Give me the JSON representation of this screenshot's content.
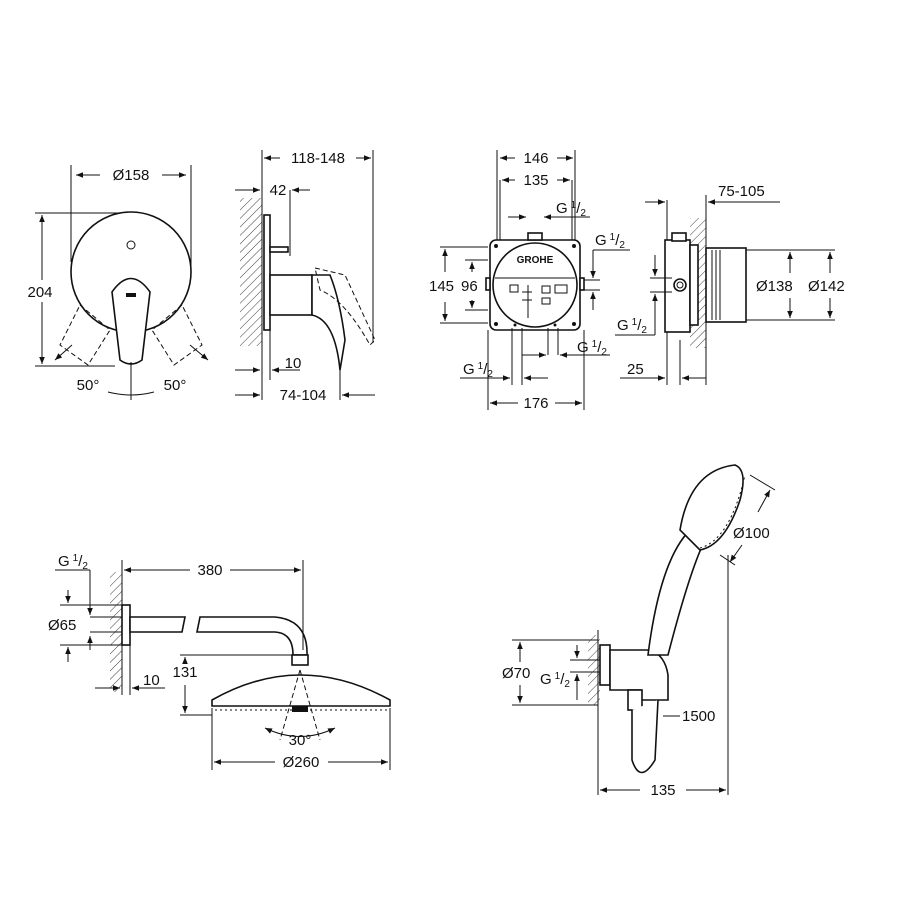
{
  "thread": {
    "prefix": "G",
    "numerator": "1",
    "denominator": "2"
  },
  "brand_logo": "GROHE",
  "mixer_front": {
    "diameter": "Ø158",
    "height": "204",
    "angle_left": "50°",
    "angle_right": "50°"
  },
  "mixer_side": {
    "depth_range": "118-148",
    "pin": "42",
    "plate": "10",
    "lever_range": "74-104"
  },
  "box_front": {
    "width_outer": "146",
    "width_inner": "135",
    "height_outer": "145",
    "height_inner": "96",
    "bottom_width": "176"
  },
  "box_side": {
    "depth_range": "75-105",
    "diameter_inner": "Ø138",
    "diameter_outer": "Ø142",
    "offset": "25"
  },
  "head_shower": {
    "arm_length": "380",
    "flange_diameter": "Ø65",
    "flange_depth": "10",
    "drop": "131",
    "tilt": "30°",
    "head_diameter": "Ø260"
  },
  "hand_shower": {
    "head_diameter": "Ø100",
    "outlet_diameter": "Ø70",
    "hose_length": "1500",
    "projection": "135"
  }
}
